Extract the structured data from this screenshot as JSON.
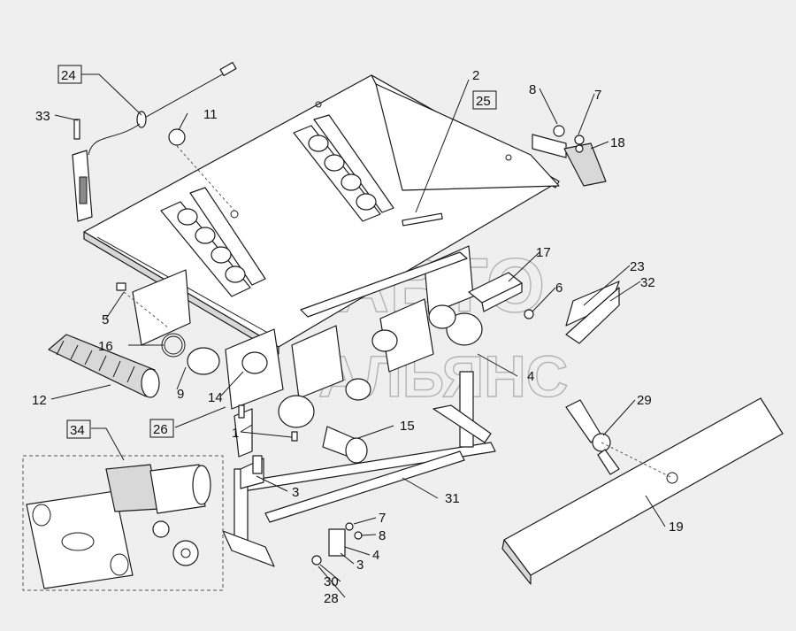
{
  "watermark": {
    "line1": "АВТО",
    "line2": "АЛЬЯНС"
  },
  "callouts": {
    "c1": "1",
    "c2": "2",
    "c3a": "3",
    "c3b": "3",
    "c4a": "4",
    "c4b": "4",
    "c5": "5",
    "c6": "6",
    "c7a": "7",
    "c7b": "7",
    "c8a": "8",
    "c8b": "8",
    "c9": "9",
    "c11": "11",
    "c12": "12",
    "c14": "14",
    "c15": "15",
    "c16": "16",
    "c17": "17",
    "c18": "18",
    "c19": "19",
    "c23": "23",
    "c24": "24",
    "c25": "25",
    "c26": "26",
    "c28": "28",
    "c29": "29",
    "c30": "30",
    "c31": "31",
    "c32": "32",
    "c33": "33",
    "c34": "34"
  }
}
